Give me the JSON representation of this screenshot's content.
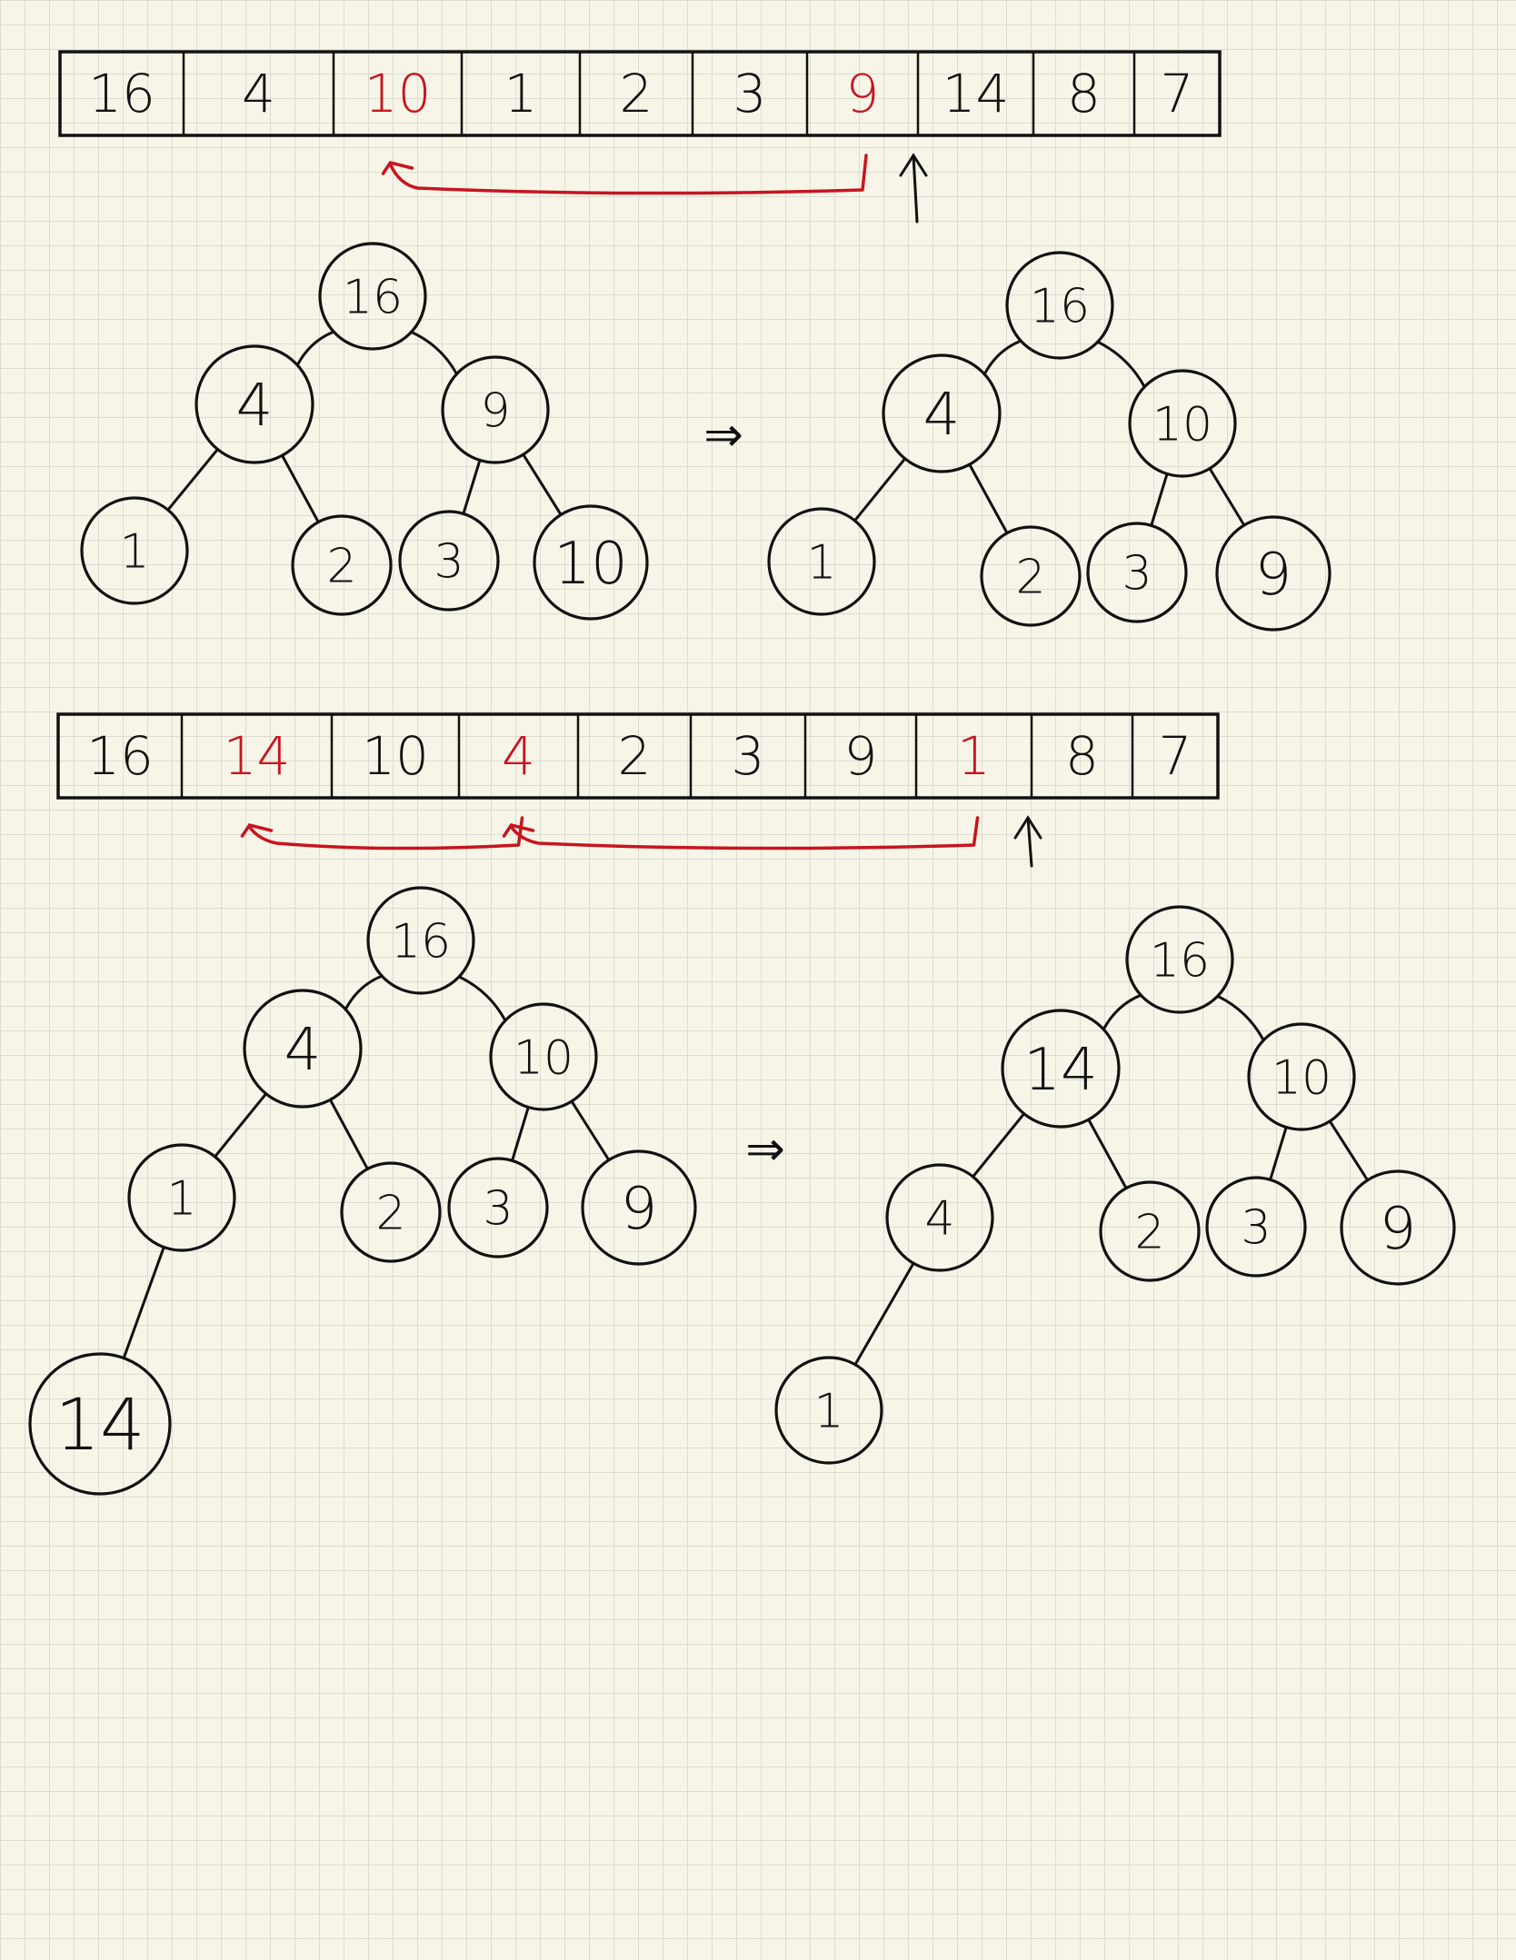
{
  "colors": {
    "ink": "#111111",
    "highlight": "#c8141e",
    "paper": "#f7f5e8",
    "grid": "#dcdcd2"
  },
  "arrays": [
    {
      "cells": [
        {
          "v": "16",
          "hl": false
        },
        {
          "v": "4",
          "hl": false
        },
        {
          "v": "10",
          "hl": true
        },
        {
          "v": "1",
          "hl": false
        },
        {
          "v": "2",
          "hl": false
        },
        {
          "v": "3",
          "hl": false
        },
        {
          "v": "9",
          "hl": true
        },
        {
          "v": "14",
          "hl": false
        },
        {
          "v": "8",
          "hl": false
        },
        {
          "v": "7",
          "hl": false
        }
      ],
      "swap_arrows": [
        {
          "from": 6,
          "to": 2
        }
      ],
      "pointer_before": 7
    },
    {
      "cells": [
        {
          "v": "16",
          "hl": false
        },
        {
          "v": "14",
          "hl": true
        },
        {
          "v": "10",
          "hl": false
        },
        {
          "v": "4",
          "hl": true
        },
        {
          "v": "2",
          "hl": false
        },
        {
          "v": "3",
          "hl": false
        },
        {
          "v": "9",
          "hl": false
        },
        {
          "v": "1",
          "hl": true
        },
        {
          "v": "8",
          "hl": false
        },
        {
          "v": "7",
          "hl": false
        }
      ],
      "swap_arrows": [
        {
          "from": 3,
          "to": 1
        },
        {
          "from": 7,
          "to": 3
        }
      ],
      "pointer_before": 8
    }
  ],
  "implies_symbol": "⇒",
  "trees": [
    {
      "id": "tree-1-before",
      "nodes": [
        "16",
        "4",
        "9",
        "1",
        "2",
        "3",
        "10"
      ]
    },
    {
      "id": "tree-1-after",
      "nodes": [
        "16",
        "4",
        "10",
        "1",
        "2",
        "3",
        "9"
      ]
    },
    {
      "id": "tree-2-before",
      "nodes": [
        "16",
        "4",
        "10",
        "1",
        "2",
        "3",
        "9",
        "14"
      ]
    },
    {
      "id": "tree-2-after",
      "nodes": [
        "16",
        "14",
        "10",
        "4",
        "2",
        "3",
        "9",
        "1"
      ]
    }
  ]
}
